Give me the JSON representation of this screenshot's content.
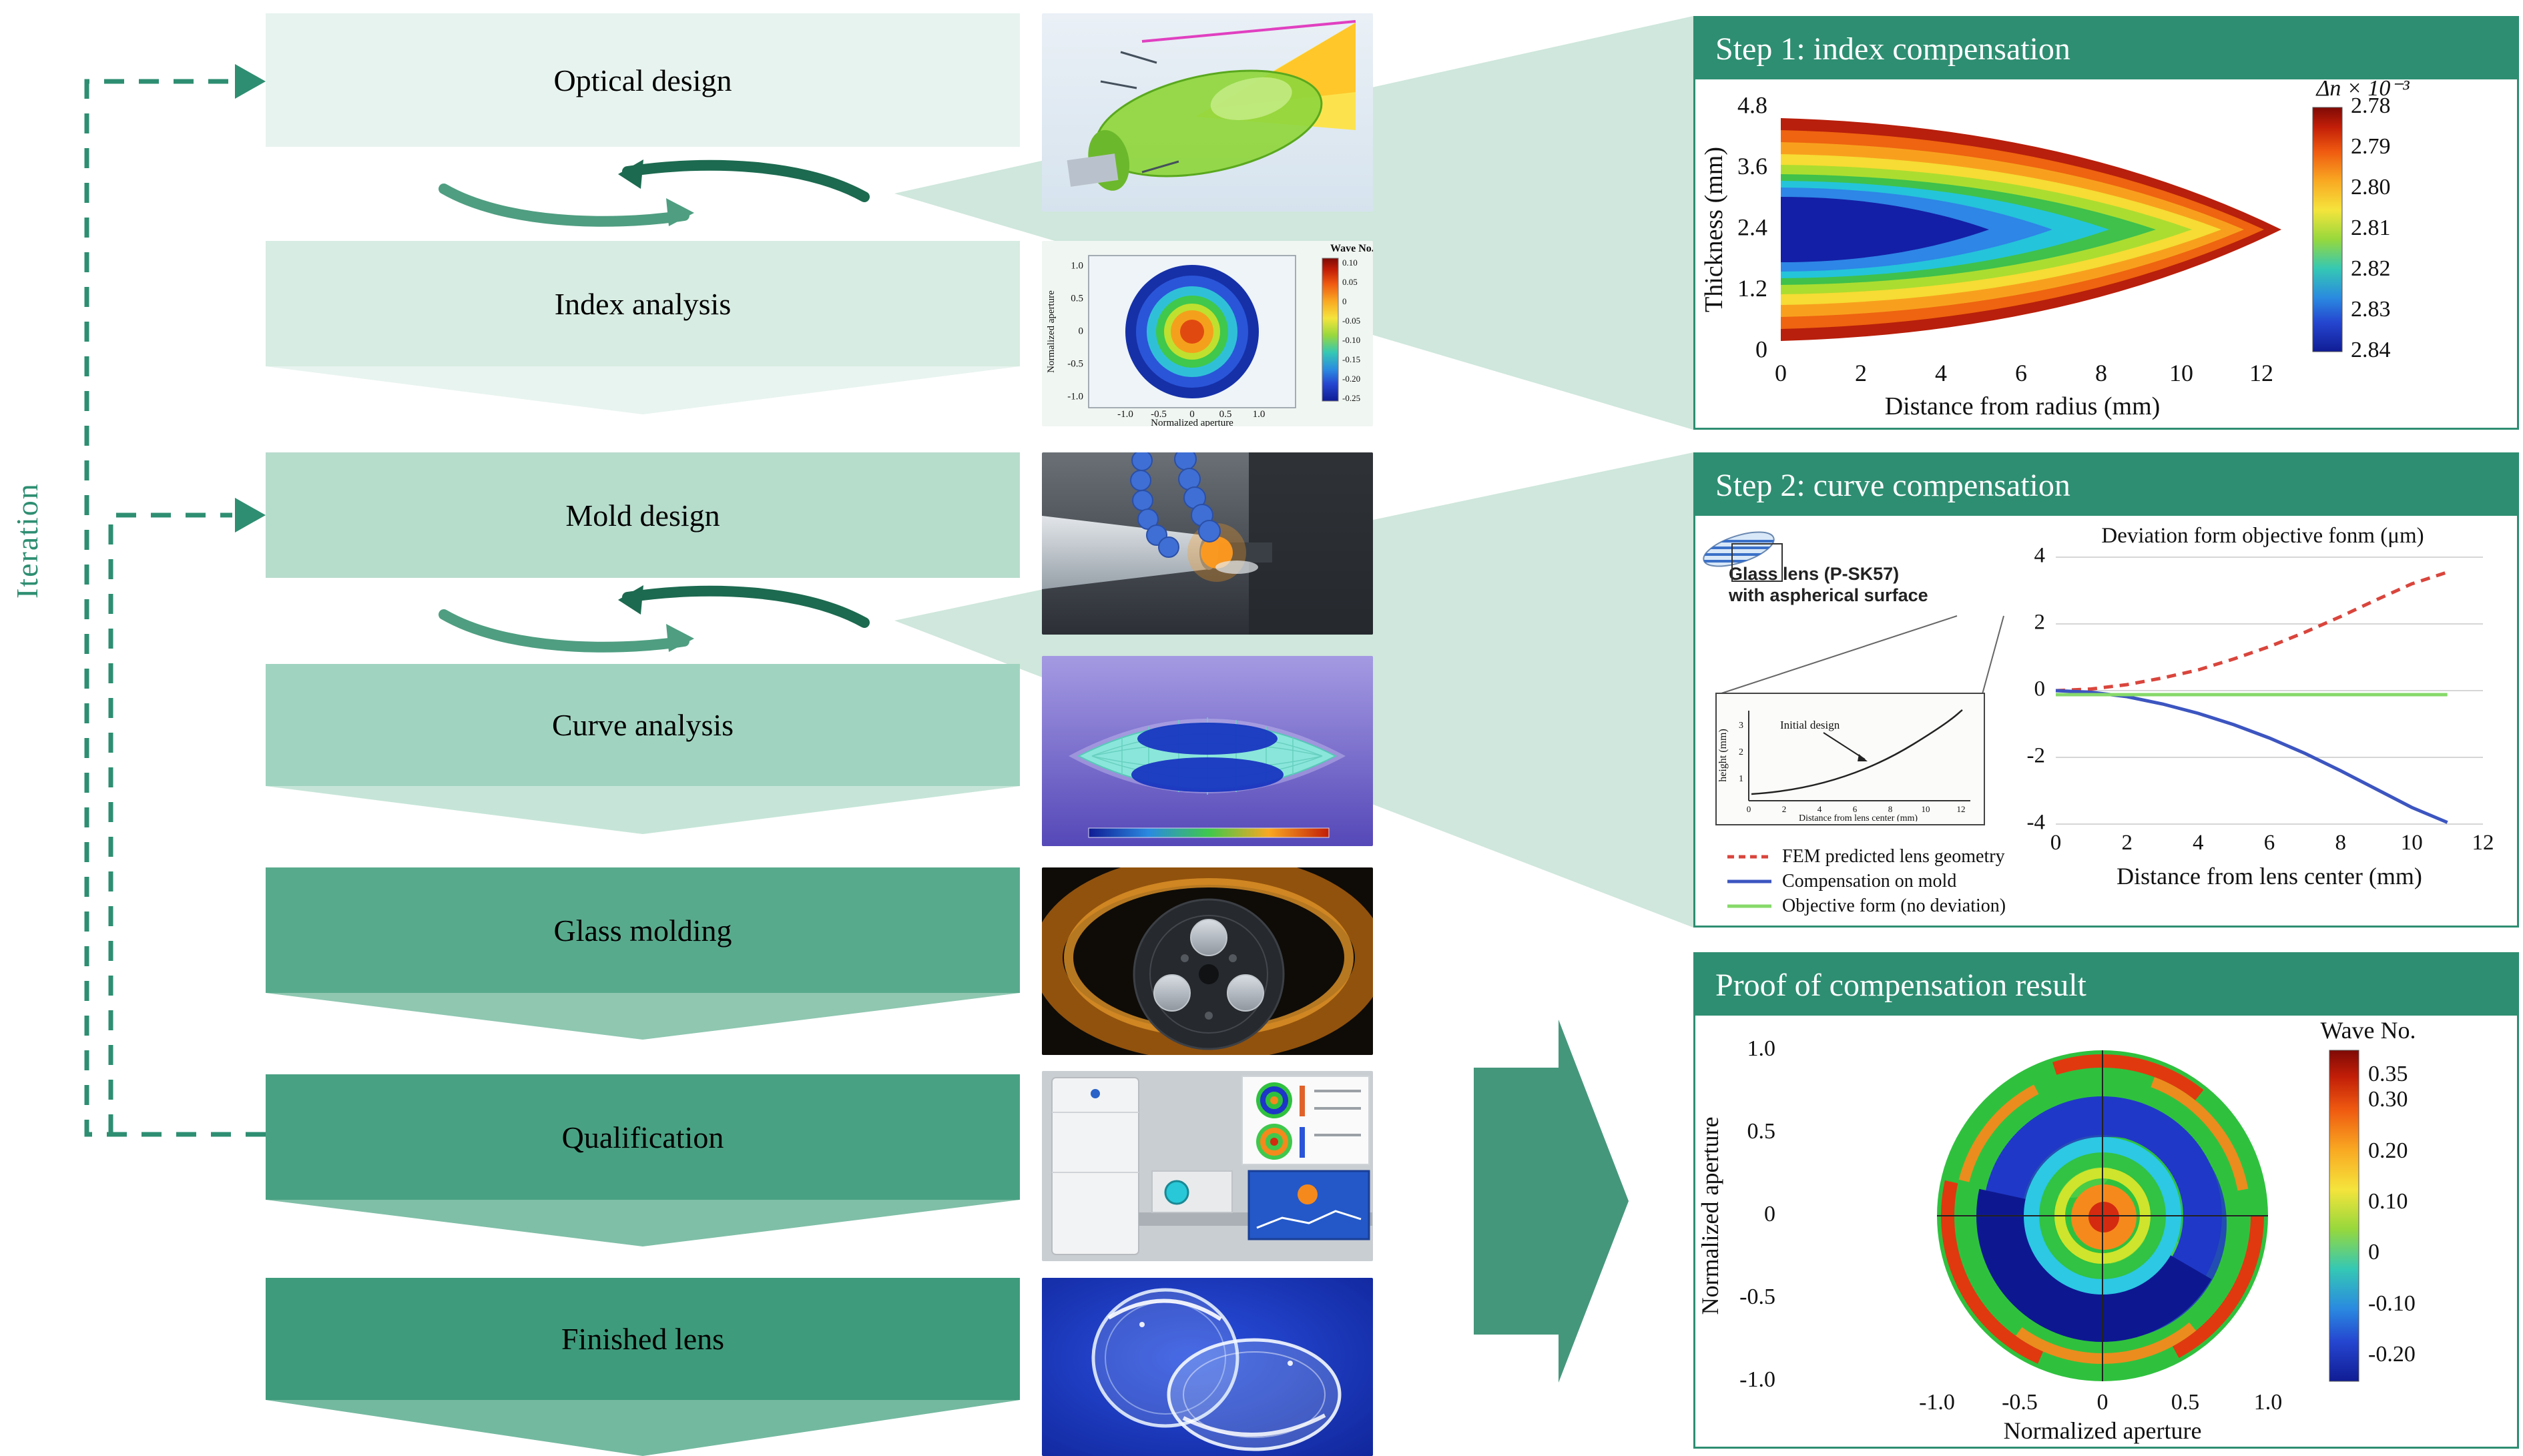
{
  "figure": {
    "iteration_label": "Iteration"
  },
  "colors": {
    "accent_green": "#2e8e71",
    "beam_green": "#cfe7dc",
    "block_arrow_green": "#45977b",
    "loop_arrow_dark": "#1c6a50",
    "loop_arrow_light": "#4f9e81"
  },
  "flow": {
    "steps": [
      {
        "label": "Optical design",
        "color": "#e7f3ee",
        "chevron": null
      },
      {
        "label": "Index analysis",
        "color": "#d7ece2",
        "chevron": "#e8f4ef"
      },
      {
        "label": "Mold design",
        "color": "#b6dccc",
        "chevron": null
      },
      {
        "label": "Curve analysis",
        "color": "#a0d4c0",
        "chevron": "#c6e5d8"
      },
      {
        "label": "Glass molding",
        "color": "#58aa8d",
        "chevron": "#8fc7b1"
      },
      {
        "label": "Qualification",
        "color": "#49a183",
        "chevron": "#7fbfa7"
      },
      {
        "label": "Finished lens",
        "color": "#3e9b7c",
        "chevron": "#73b9a0"
      }
    ]
  },
  "thumbnails": {
    "index_analysis": {
      "wave_label": "Wave No.",
      "xlabel": "Normalized aperture",
      "ylabel": "Normalized aperture",
      "xticks": [
        "-1.0",
        "-0.5",
        "0",
        "0.5",
        "1.0"
      ],
      "yticks": [
        "1.0",
        "0.5",
        "0",
        "-0.5",
        "-1.0"
      ],
      "colorbar_ticks": [
        "0.10",
        "0.05",
        "0",
        "-0.05",
        "-0.10",
        "-0.15",
        "-0.20",
        "-0.25"
      ]
    }
  },
  "panels": {
    "step1": {
      "title": "Step 1: index compensation",
      "chart_data": {
        "type": "heatmap",
        "xlabel": "Distance from radius (mm)",
        "ylabel": "Thickness (mm)",
        "xticks": [
          "0",
          "2",
          "4",
          "6",
          "8",
          "10",
          "12"
        ],
        "yticks": [
          "4.8",
          "3.6",
          "2.4",
          "1.2",
          "0"
        ],
        "xlim": [
          0,
          12.5
        ],
        "ylim": [
          0,
          4.8
        ],
        "colorbar_title": "Δn × 10⁻³",
        "colorbar_ticks": [
          "2.78",
          "2.79",
          "2.80",
          "2.81",
          "2.82",
          "2.83",
          "2.84"
        ],
        "value_note": "Index change over lens cross-section: ~2.84 (dark blue) core near axis, decreasing to ~2.78 (red) at surfaces; profile tapers to a point near 12.5 mm"
      }
    },
    "step2": {
      "title": "Step 2: curve compensation",
      "inset": {
        "lens_label": "Glass lens (P-SK57) with aspherical surface",
        "design_label": "Initial design",
        "mini_ylabel": "height (mm)",
        "mini_yticks": [
          "3",
          "2",
          "1"
        ],
        "mini_xlabel": "Distance from lens center (mm)",
        "mini_xticks": [
          "0",
          "2",
          "4",
          "6",
          "8",
          "10",
          "12"
        ]
      },
      "chart_data": {
        "type": "line",
        "title": "Deviation form objective fonm (μm)",
        "xlabel": "Distance from lens center (mm)",
        "xticks": [
          "0",
          "2",
          "4",
          "6",
          "8",
          "10",
          "12"
        ],
        "yticks": [
          "4",
          "2",
          "0",
          "-2",
          "-4"
        ],
        "xlim": [
          0,
          12
        ],
        "ylim": [
          -4,
          4
        ],
        "x": [
          0,
          1,
          2,
          3,
          4,
          5,
          6,
          7,
          8,
          9,
          10,
          11
        ],
        "series": [
          {
            "name": "FEM predicted lens geometry",
            "color": "#d9453c",
            "style": "dashed",
            "values": [
              0,
              0.05,
              0.18,
              0.38,
              0.62,
              0.95,
              1.32,
              1.75,
              2.22,
              2.72,
              3.2,
              3.55
            ]
          },
          {
            "name": "Compensation on mold",
            "color": "#3c55c0",
            "style": "solid",
            "values": [
              0,
              -0.05,
              -0.18,
              -0.4,
              -0.68,
              -1.02,
              -1.42,
              -1.88,
              -2.4,
              -2.95,
              -3.5,
              -3.95
            ]
          },
          {
            "name": "Objective form (no deviation)",
            "color": "#86d96a",
            "style": "solid",
            "values": [
              -0.12,
              -0.12,
              -0.12,
              -0.12,
              -0.12,
              -0.12,
              -0.12,
              -0.12,
              -0.12,
              -0.12,
              -0.12,
              -0.12
            ]
          }
        ],
        "legend_position": "bottom-left"
      }
    },
    "proof": {
      "title": "Proof of compensation result",
      "chart_data": {
        "type": "heatmap",
        "xlabel": "Normalized aperture",
        "ylabel": "Normalized aperture",
        "xticks": [
          "-1.0",
          "-0.5",
          "0",
          "0.5",
          "1.0"
        ],
        "yticks": [
          "1.0",
          "0.5",
          "0",
          "-0.5",
          "-1.0"
        ],
        "colorbar_title": "Wave No.",
        "colorbar_ticks": [
          "0.35",
          "0.30",
          "0.20",
          "0.10",
          "0",
          "-0.10",
          "-0.20"
        ],
        "value_note": "Residual wavefront map: mostly green with irregular blue ring, orange/red center peak, red patches at rim"
      }
    }
  }
}
